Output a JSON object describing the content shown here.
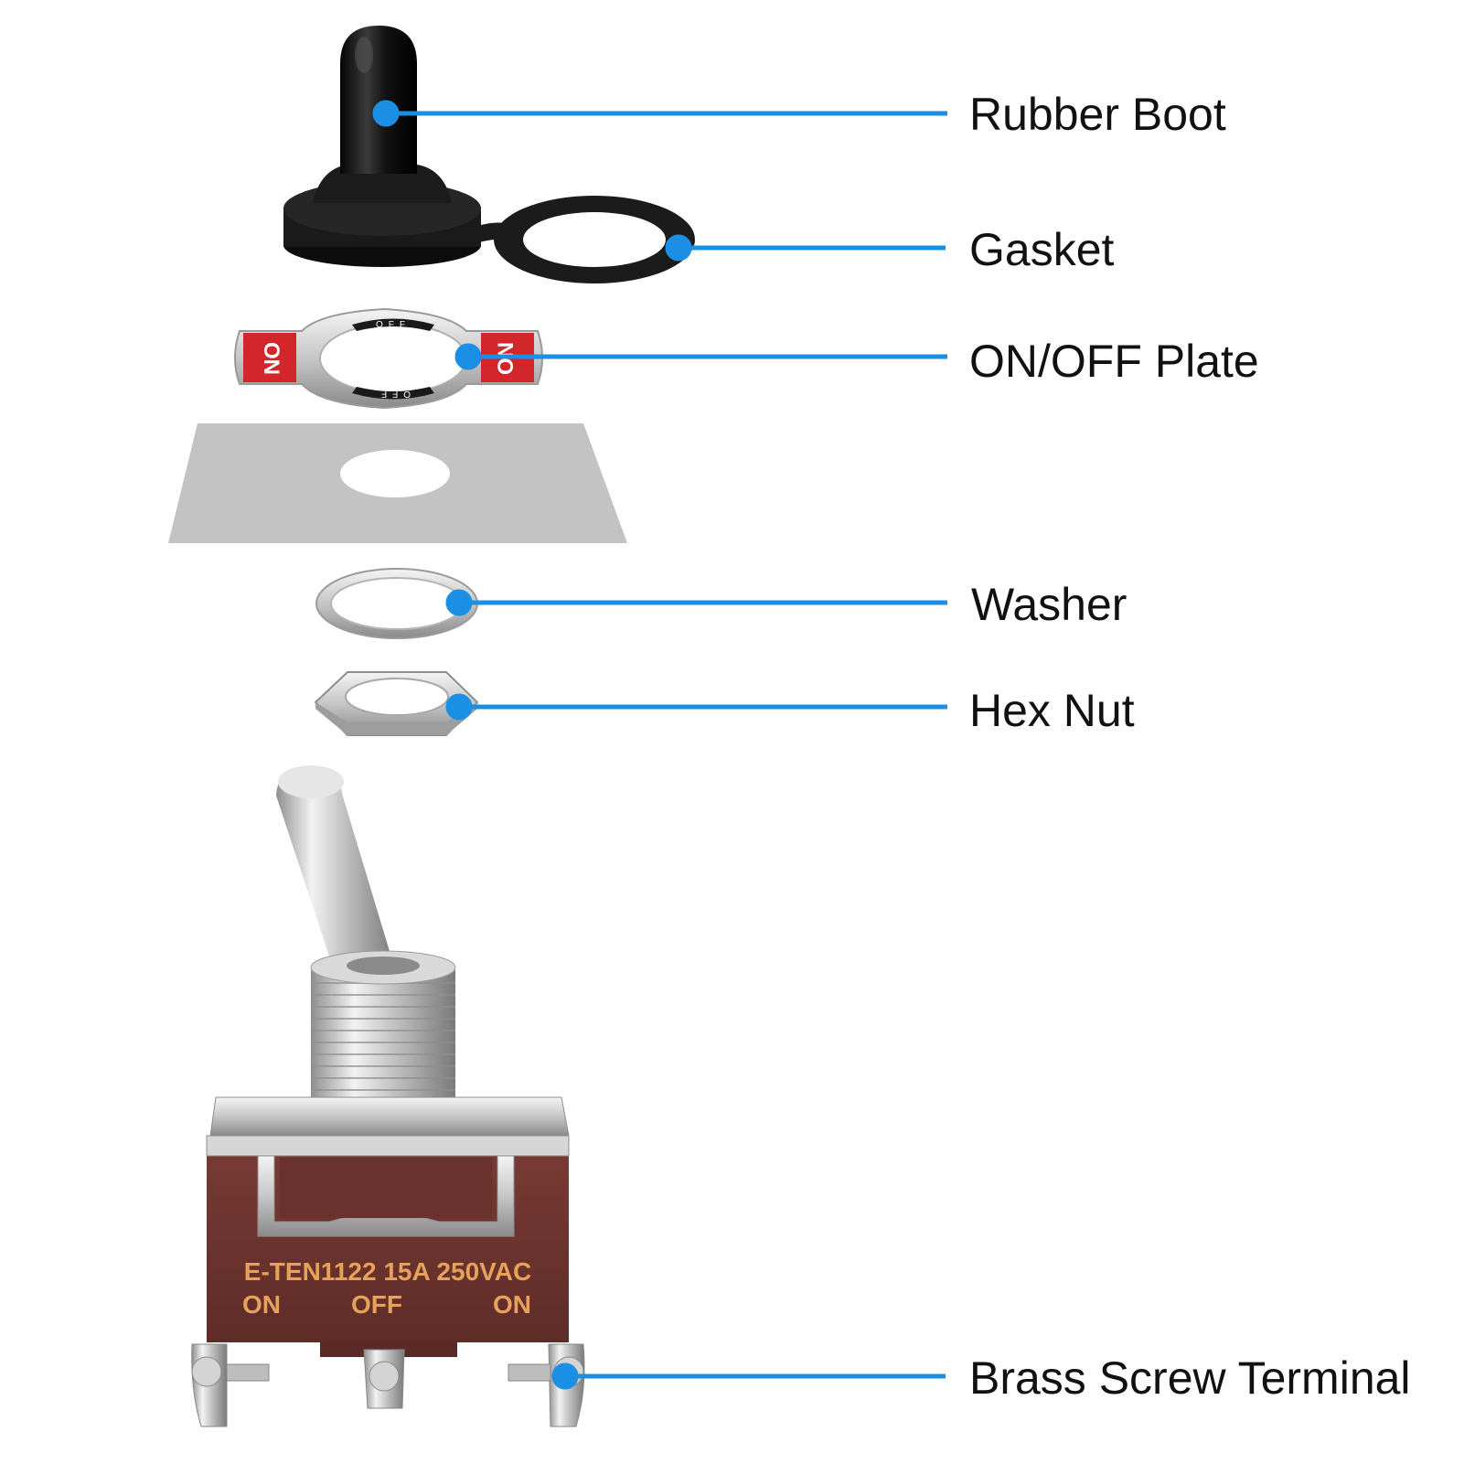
{
  "colors": {
    "leader_line": "#1a8fe3",
    "boot_rubber": "#161616",
    "plate_red": "#d3262b",
    "switch_body": "#6e3530",
    "switch_print": "#e8a15a",
    "metal": "#c9c9c9",
    "panel": "#c3c3c3"
  },
  "labels": {
    "rubber_boot": "Rubber Boot",
    "gasket": "Gasket",
    "on_off_plate": "ON/OFF Plate",
    "washer": "Washer",
    "hex_nut": "Hex Nut",
    "brass_screw_terminal": "Brass Screw Terminal"
  },
  "plate_markings": {
    "on_left": "ON",
    "on_right": "ON",
    "off_top": "OFF",
    "off_bottom": "OFF"
  },
  "switch_markings": {
    "model": "E-TEN1122 15A 250VAC",
    "pos_left": "ON",
    "pos_center": "OFF",
    "pos_right": "ON"
  },
  "icons": [
    "rubber-boot-icon",
    "gasket-icon",
    "on-off-plate-icon",
    "mounting-panel-icon",
    "washer-icon",
    "hex-nut-icon",
    "toggle-switch-icon"
  ]
}
